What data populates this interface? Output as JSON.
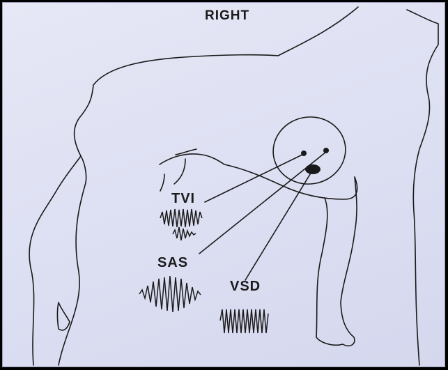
{
  "diagram": {
    "title": "RIGHT",
    "labels": {
      "tvi": "TVI",
      "sas": "SAS",
      "vsd": "VSD"
    },
    "colors": {
      "background": "#dfe1f4",
      "ink": "#1a1a1a",
      "frame": "#000000"
    },
    "icons": [
      "dog-outline",
      "heart-outline",
      "tvi-murmur-waveform",
      "sas-murmur-waveform",
      "vsd-murmur-waveform"
    ]
  }
}
